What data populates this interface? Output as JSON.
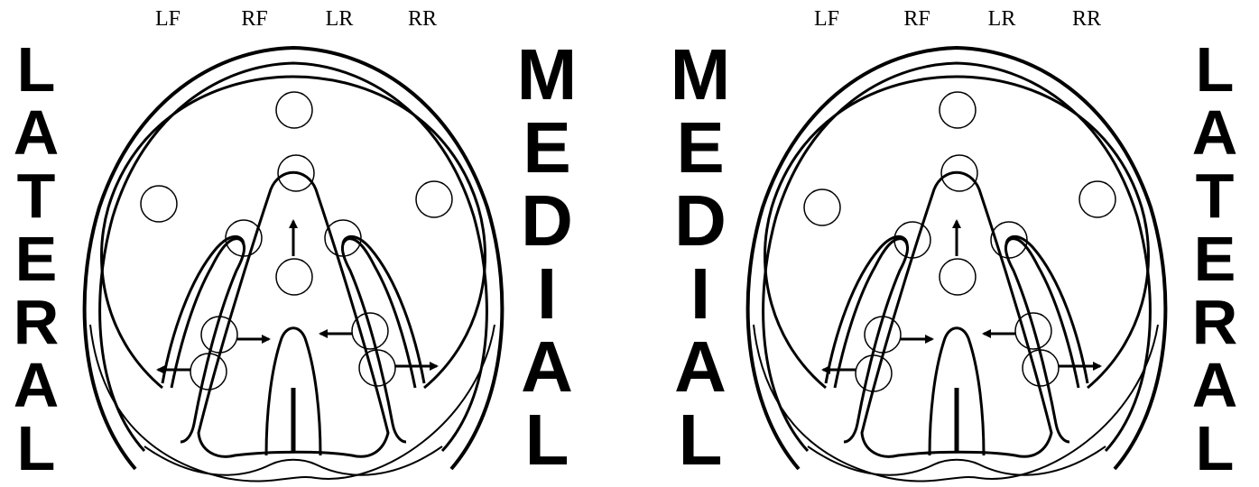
{
  "left_panel": {
    "legs": [
      "LF",
      "RF",
      "LR",
      "RR"
    ],
    "left_side_letters": [
      "L",
      "A",
      "T",
      "E",
      "R",
      "A",
      "L"
    ],
    "right_side_letters": [
      "M",
      "E",
      "D",
      "I",
      "A",
      "L"
    ]
  },
  "right_panel": {
    "legs": [
      "LF",
      "RF",
      "LR",
      "RR"
    ],
    "left_side_letters": [
      "M",
      "E",
      "D",
      "I",
      "A",
      "L"
    ],
    "right_side_letters": [
      "L",
      "A",
      "T",
      "E",
      "R",
      "A",
      "L"
    ]
  },
  "colors": {
    "line": "#000000",
    "background": "#ffffff"
  },
  "icons": {
    "measurement_point": "circle-icon",
    "direction": "arrow-icon"
  }
}
